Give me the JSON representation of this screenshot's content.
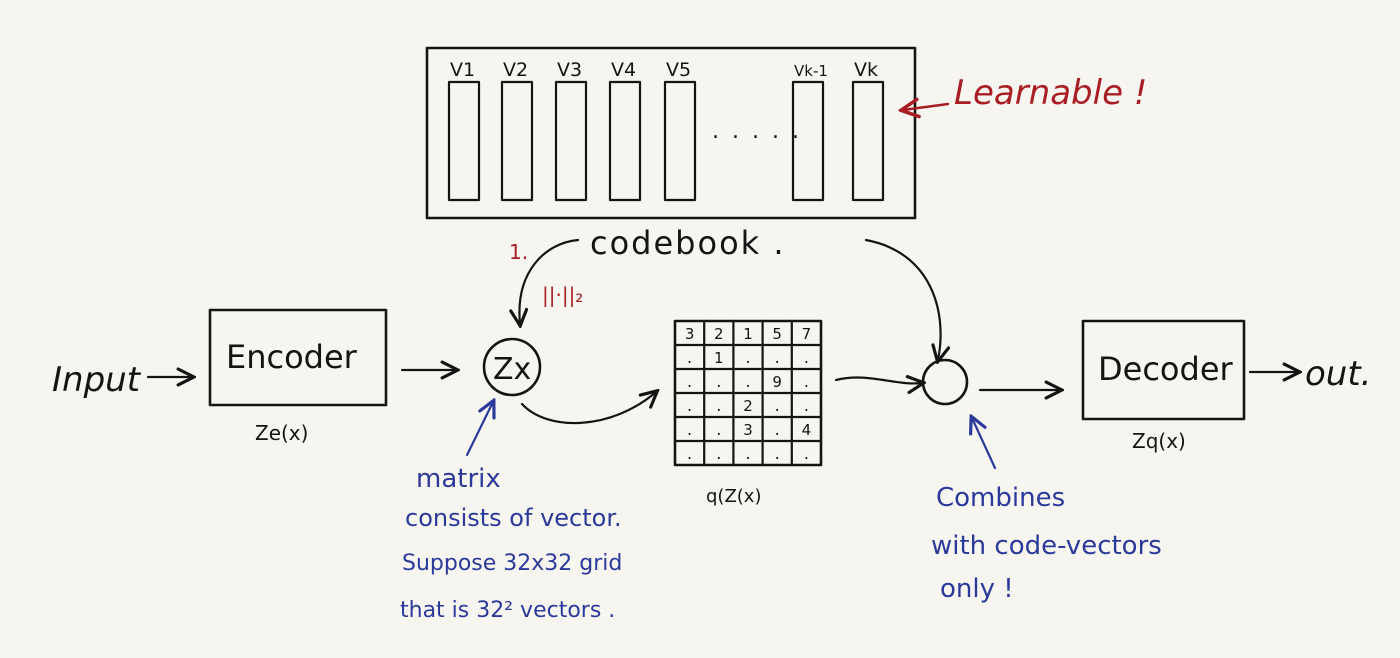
{
  "colors": {
    "background": "#f7f5f0",
    "ink": "#141414",
    "annotation_blue": "#2b3a9a",
    "annotation_red": "#a81e24"
  },
  "codebook": {
    "vectors": [
      "V1",
      "V2",
      "V3",
      "V4",
      "V5",
      "Vk-1",
      "Vk"
    ],
    "dots": ". . . . .",
    "label": "codebook .",
    "learnable_note": "Learnable !"
  },
  "steps": {
    "step1_label": "1.",
    "norm_label": "||·||₂"
  },
  "pipeline": {
    "input_label": "Input",
    "encoder_label": "Encoder",
    "encoder_output": "Ze(x)",
    "latent_label": "Zx",
    "quantized_label": "q(Z(x)",
    "decoder_label": "Decoder",
    "decoder_input": "Zq(x)",
    "output_label": "out."
  },
  "grid": {
    "rows": [
      [
        "3",
        "2",
        "1",
        "5",
        "7"
      ],
      [
        ".",
        "1",
        ".",
        ".",
        "."
      ],
      [
        ".",
        ".",
        ".",
        "9",
        "."
      ],
      [
        ".",
        ".",
        "2",
        ".",
        "."
      ],
      [
        ".",
        ".",
        "3",
        ".",
        "4"
      ],
      [
        ".",
        ".",
        ".",
        ".",
        "."
      ]
    ]
  },
  "annotations": {
    "matrix_note": [
      "matrix",
      "consists of vector.",
      "Suppose 32x32 grid",
      "that is 32² vectors ."
    ],
    "combine_note": [
      "Combines",
      "with code-vectors",
      "only !"
    ]
  }
}
